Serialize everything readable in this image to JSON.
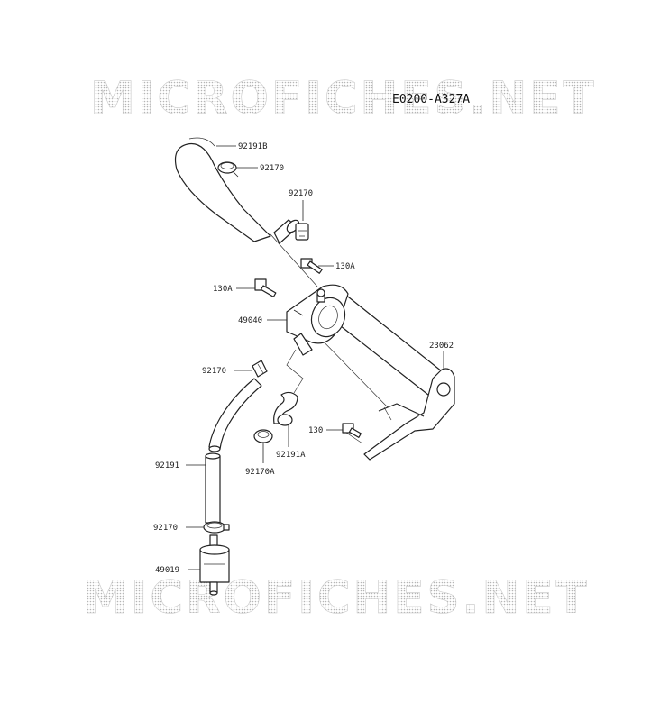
{
  "diagram_code": "E0200-A327A",
  "watermark": "MICROFICHES.NET",
  "callouts": [
    {
      "id": "hose-top",
      "label": "92191B"
    },
    {
      "id": "clamp-top-1",
      "label": "92170"
    },
    {
      "id": "clamp-top-2",
      "label": "92170"
    },
    {
      "id": "bolt-right",
      "label": "130A"
    },
    {
      "id": "bolt-left",
      "label": "130A"
    },
    {
      "id": "valve",
      "label": "49040"
    },
    {
      "id": "bracket",
      "label": "23062"
    },
    {
      "id": "clamp-mid",
      "label": "92170"
    },
    {
      "id": "bolt-bracket",
      "label": "130"
    },
    {
      "id": "hose-small",
      "label": "92191A"
    },
    {
      "id": "clamp-small",
      "label": "92170A"
    },
    {
      "id": "hose-lower",
      "label": "92191"
    },
    {
      "id": "clamp-bottom",
      "label": "92170"
    },
    {
      "id": "fuel-filter",
      "label": "49019"
    }
  ]
}
